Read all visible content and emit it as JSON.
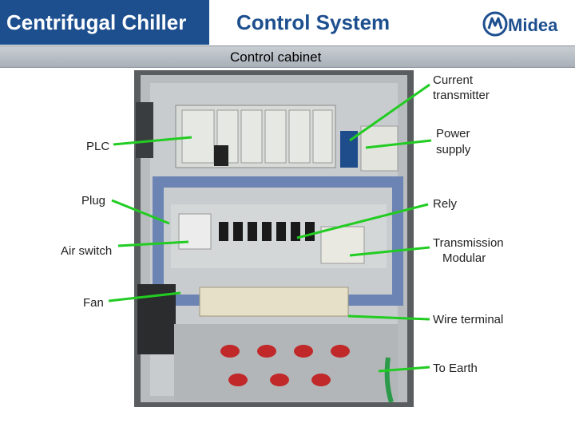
{
  "header": {
    "left_title": "Centrifugal Chiller",
    "right_title": "Control System",
    "brand": "Midea",
    "brand_color": "#1d4f8f"
  },
  "subheader": {
    "label": "Control cabinet"
  },
  "photo": {
    "description_icon": "control-cabinet-photo"
  },
  "labels": {
    "plc": "PLC",
    "plug": "Plug",
    "air_switch": "Air switch",
    "fan": "Fan",
    "current_transmitter_1": "Current",
    "current_transmitter_2": "transmitter",
    "power_supply_1": "Power",
    "power_supply_2": "supply",
    "rely": "Rely",
    "transmission_1": "Transmission",
    "transmission_2": "Modular",
    "wire_terminal": "Wire terminal",
    "to_earth": "To Earth"
  },
  "callout_color": "#22cc22"
}
